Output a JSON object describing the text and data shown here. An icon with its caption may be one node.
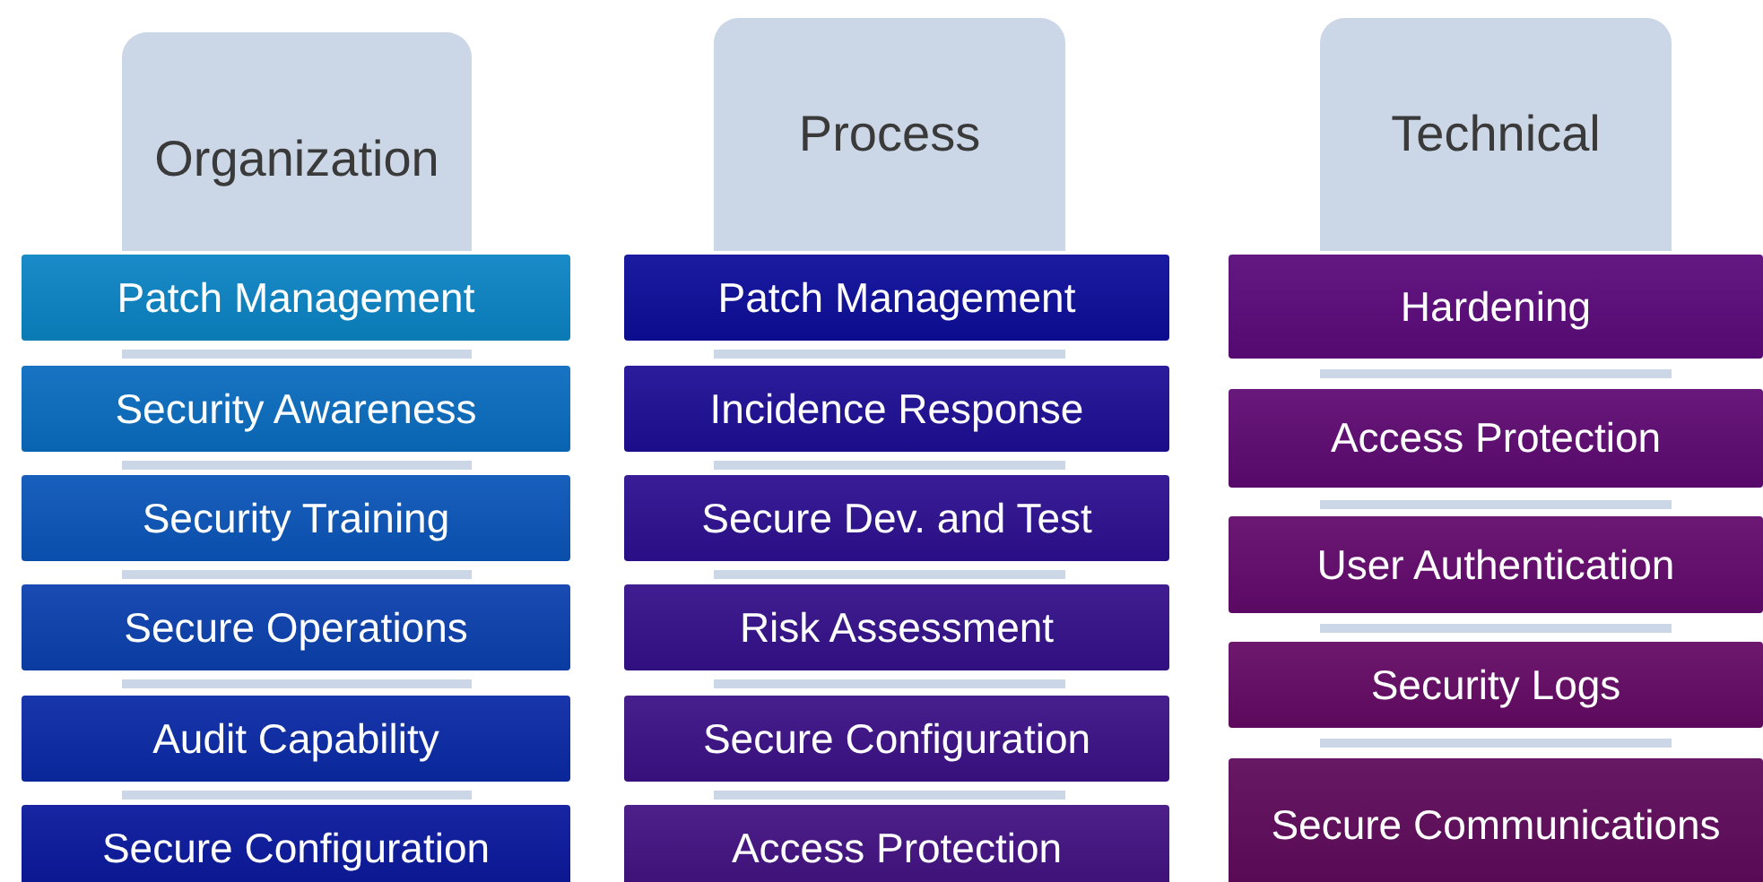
{
  "diagram": {
    "nodes": [
      {
        "text": [
          "Organization"
        ]
      },
      {
        "text": [
          "Patch Management"
        ]
      },
      {
        "text": [
          "Security Awareness"
        ]
      },
      {
        "text": [
          "Security Training"
        ]
      },
      {
        "text": [
          "Secure Operations"
        ]
      },
      {
        "text": [
          "Audit Capability"
        ]
      },
      {
        "text": [
          "Secure Configuration"
        ]
      },
      {
        "text": [
          "Process"
        ]
      },
      {
        "text": [
          "Patch Management"
        ]
      },
      {
        "text": [
          "Incidence Response"
        ]
      },
      {
        "text": [
          "Secure Dev. and Test"
        ]
      },
      {
        "text": [
          "Risk Assessment"
        ]
      },
      {
        "text": [
          "Secure Configuration"
        ]
      },
      {
        "text": [
          "Access Protection"
        ]
      },
      {
        "text": [
          "Technical"
        ]
      },
      {
        "text": [
          "Hardening"
        ]
      },
      {
        "text": [
          "Access Protection"
        ]
      },
      {
        "text": [
          "User Authentication"
        ]
      },
      {
        "text": [
          "Security Logs"
        ]
      },
      {
        "text": [
          "Secure Communications"
        ]
      }
    ]
  }
}
